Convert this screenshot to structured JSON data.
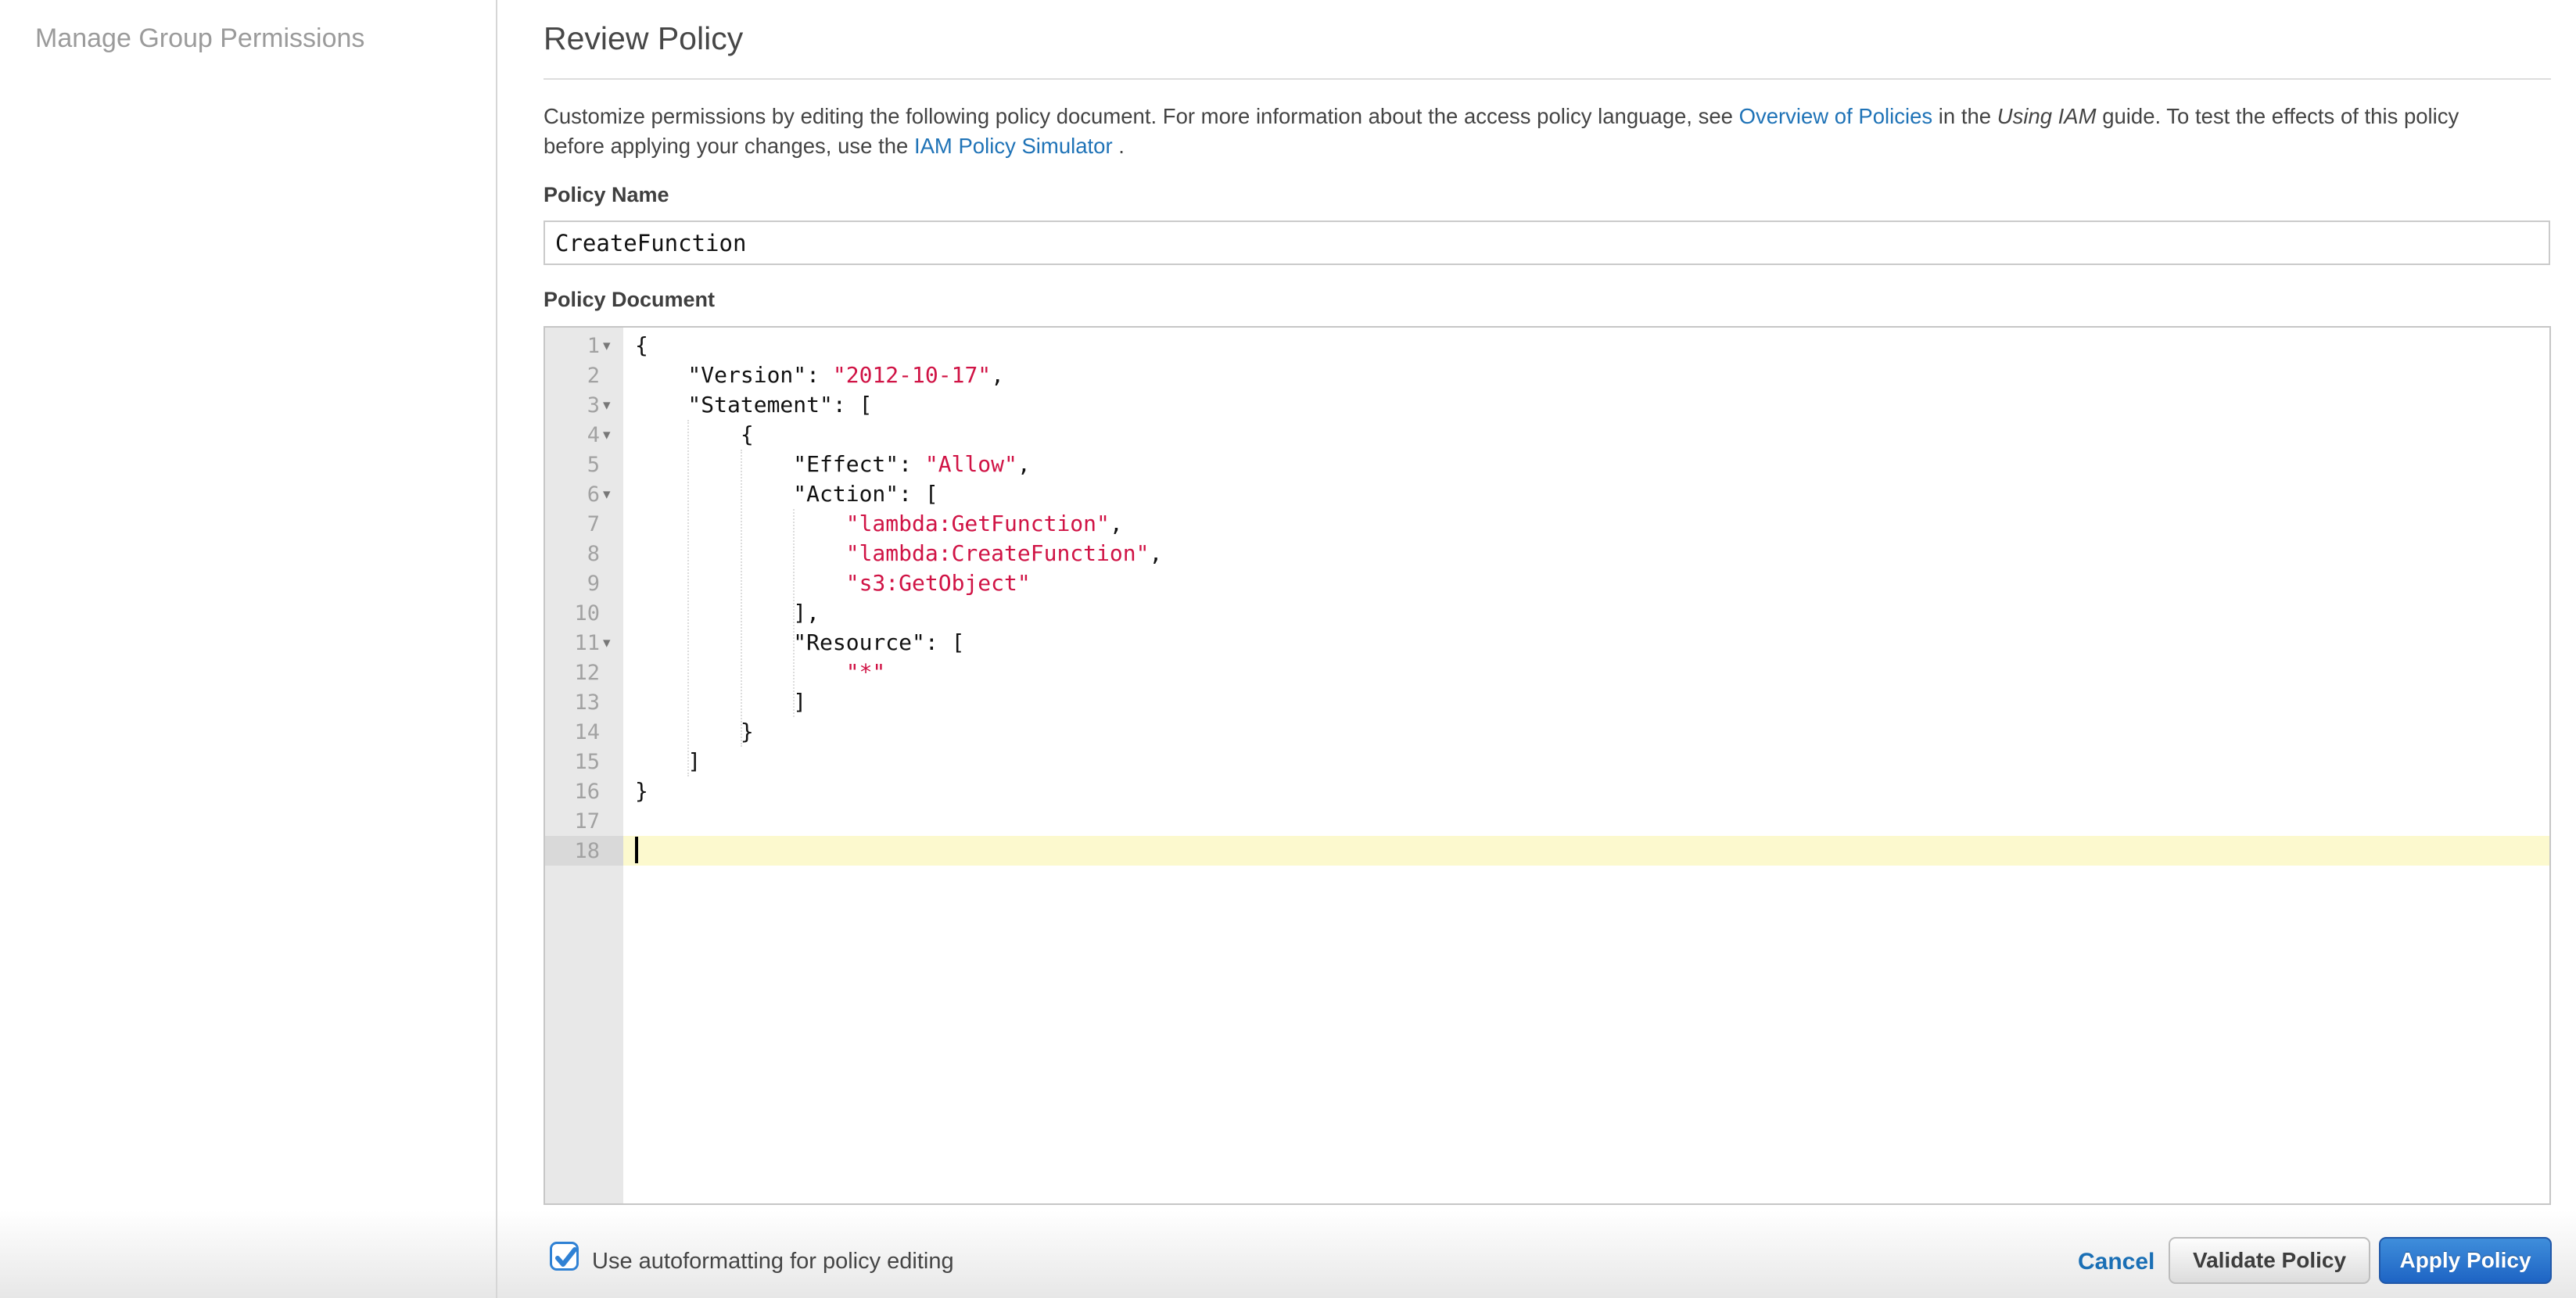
{
  "sidebar": {
    "title": "Manage Group Permissions"
  },
  "header": {
    "title": "Review Policy"
  },
  "intro": {
    "segments": [
      {
        "k": "text",
        "t": "Customize permissions by editing the following policy document. For more information about the access policy language, see "
      },
      {
        "k": "link",
        "t": "Overview of Policies",
        "name": "overview-of-policies-link"
      },
      {
        "k": "text",
        "t": " in the "
      },
      {
        "k": "italic",
        "t": "Using IAM"
      },
      {
        "k": "text",
        "t": " guide. To test the effects of this policy"
      },
      {
        "k": "br",
        "t": ""
      },
      {
        "k": "text",
        "t": "before applying your changes, use the "
      },
      {
        "k": "link",
        "t": "IAM Policy Simulator",
        "name": "iam-policy-simulator-link"
      },
      {
        "k": "text",
        "t": " ."
      }
    ]
  },
  "policy_name": {
    "label": "Policy Name",
    "value": "CreateFunction"
  },
  "policy_document": {
    "label": "Policy Document"
  },
  "editor": {
    "lines": [
      {
        "n": 1,
        "fold": true,
        "segments": [
          {
            "k": "p",
            "t": "{"
          }
        ]
      },
      {
        "n": 2,
        "segments": [
          {
            "k": "p",
            "t": "    \"Version\": "
          },
          {
            "k": "s",
            "t": "\"2012-10-17\""
          },
          {
            "k": "p",
            "t": ","
          }
        ]
      },
      {
        "n": 3,
        "fold": true,
        "segments": [
          {
            "k": "p",
            "t": "    \"Statement\": ["
          }
        ]
      },
      {
        "n": 4,
        "fold": true,
        "segments": [
          {
            "k": "p",
            "t": "        {"
          }
        ]
      },
      {
        "n": 5,
        "segments": [
          {
            "k": "p",
            "t": "            \"Effect\": "
          },
          {
            "k": "s",
            "t": "\"Allow\""
          },
          {
            "k": "p",
            "t": ","
          }
        ]
      },
      {
        "n": 6,
        "fold": true,
        "segments": [
          {
            "k": "p",
            "t": "            \"Action\": ["
          }
        ]
      },
      {
        "n": 7,
        "segments": [
          {
            "k": "p",
            "t": "                "
          },
          {
            "k": "s",
            "t": "\"lambda:GetFunction\""
          },
          {
            "k": "p",
            "t": ","
          }
        ]
      },
      {
        "n": 8,
        "segments": [
          {
            "k": "p",
            "t": "                "
          },
          {
            "k": "s",
            "t": "\"lambda:CreateFunction\""
          },
          {
            "k": "p",
            "t": ","
          }
        ]
      },
      {
        "n": 9,
        "segments": [
          {
            "k": "p",
            "t": "                "
          },
          {
            "k": "s",
            "t": "\"s3:GetObject\""
          }
        ]
      },
      {
        "n": 10,
        "segments": [
          {
            "k": "p",
            "t": "            ],"
          }
        ]
      },
      {
        "n": 11,
        "fold": true,
        "segments": [
          {
            "k": "p",
            "t": "            \"Resource\": ["
          }
        ]
      },
      {
        "n": 12,
        "segments": [
          {
            "k": "p",
            "t": "                "
          },
          {
            "k": "s",
            "t": "\"*\""
          }
        ]
      },
      {
        "n": 13,
        "segments": [
          {
            "k": "p",
            "t": "            ]"
          }
        ]
      },
      {
        "n": 14,
        "segments": [
          {
            "k": "p",
            "t": "        }"
          }
        ]
      },
      {
        "n": 15,
        "segments": [
          {
            "k": "p",
            "t": "    ]"
          }
        ]
      },
      {
        "n": 16,
        "segments": [
          {
            "k": "p",
            "t": "}"
          }
        ]
      },
      {
        "n": 17,
        "segments": []
      },
      {
        "n": 18,
        "active": true,
        "cursor": true,
        "segments": []
      }
    ]
  },
  "footer": {
    "autoformat_label": "Use autoformatting for policy editing",
    "checkbox_checked": true,
    "cancel_label": "Cancel",
    "validate_label": "Validate Policy",
    "apply_label": "Apply Policy"
  },
  "colors": {
    "link": "#1f73b7",
    "text": "#444444",
    "muted": "#9b9b9b",
    "string": "#d01345",
    "gutter-bg": "#e8e8e8",
    "gutter-active": "#d9d9d9",
    "active-line": "#fcf9ce",
    "border": "#c9c9c9"
  }
}
